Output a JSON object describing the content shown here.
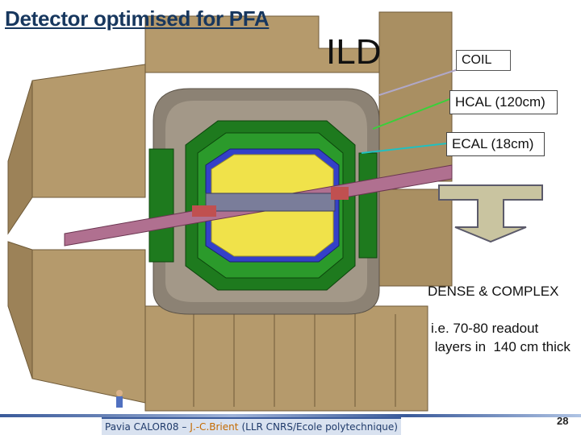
{
  "slide": {
    "title": "Detector optimised for PFA",
    "detector_name": "ILD",
    "labels": {
      "coil": "COIL",
      "hcal": "HCAL (120cm)",
      "ecal": "ECAL (18cm)"
    },
    "text": {
      "dense": "DENSE & COMPLEX",
      "layers_line1": "i.e. 70-80 readout",
      "layers_line2": " layers in  140 cm thick"
    },
    "footer": {
      "prefix": "Pavia CALOR08 –",
      "author": "J.-C.Brient",
      "affiliation": "(LLR CNRS/Ecole polytechnique)"
    },
    "page_number": "28"
  },
  "colors": {
    "title": "#17375e",
    "yoke": "#b59a6c",
    "hcal": "#1e7a1e",
    "ecal": "#f0e24a",
    "coil": "#8c8274",
    "arrow": "#c9c4a0"
  }
}
